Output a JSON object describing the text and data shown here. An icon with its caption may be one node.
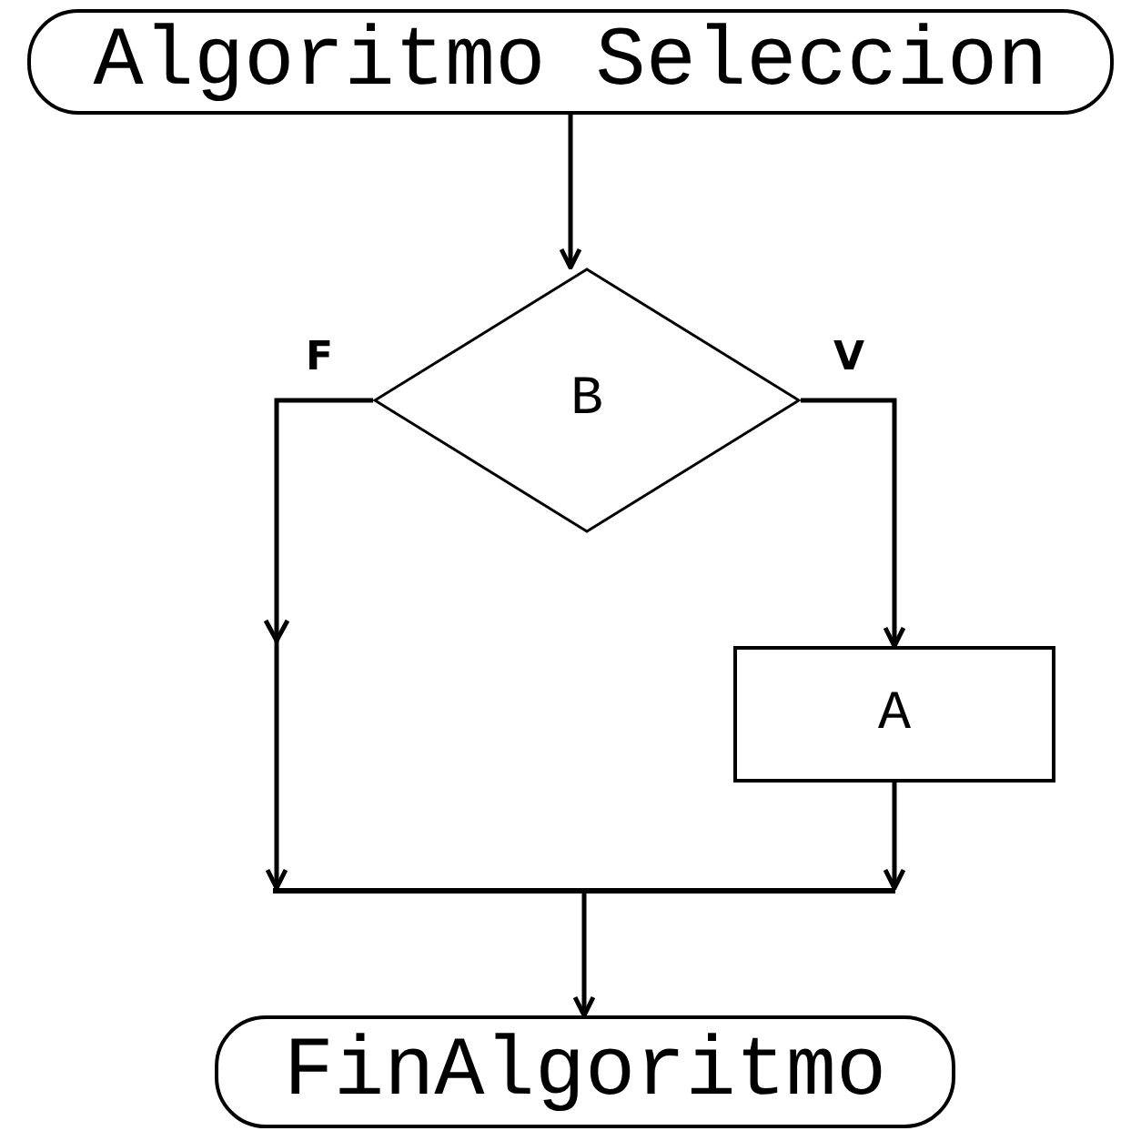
{
  "diagram": {
    "nodes": [
      {
        "text": [
          "Algoritmo Seleccion"
        ]
      },
      {
        "text": [
          "B"
        ]
      },
      {
        "text": [
          "A"
        ]
      },
      {
        "text": [],
        "shape": "bar"
      },
      {
        "text": [
          "FinAlgoritmo"
        ]
      }
    ],
    "edges": [
      {
        "from": 0,
        "to": 1,
        "arrow": "to"
      },
      {
        "from": 1,
        "to": 3,
        "arrow": "to",
        "label": "F"
      },
      {
        "from": 1,
        "to": 2,
        "arrow": "to",
        "label": "V"
      },
      {
        "from": 2,
        "to": 3,
        "arrow": "to"
      },
      {
        "from": 3,
        "to": 4,
        "arrow": "to"
      }
    ]
  }
}
